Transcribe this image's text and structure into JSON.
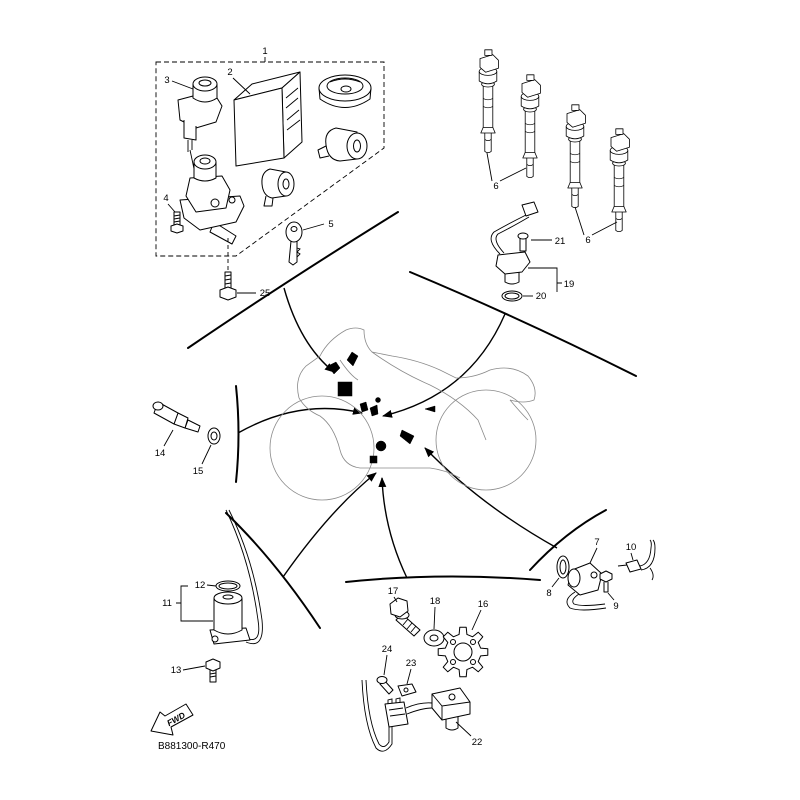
{
  "diagram": {
    "reference_code": "B881300-R470",
    "direction_label": "FWD",
    "callouts": [
      "1",
      "2",
      "3",
      "4",
      "5",
      "25",
      "6",
      "6",
      "21",
      "19",
      "20",
      "14",
      "15",
      "12",
      "11",
      "13",
      "17",
      "18",
      "16",
      "24",
      "23",
      "22",
      "7",
      "10",
      "8",
      "9"
    ]
  }
}
